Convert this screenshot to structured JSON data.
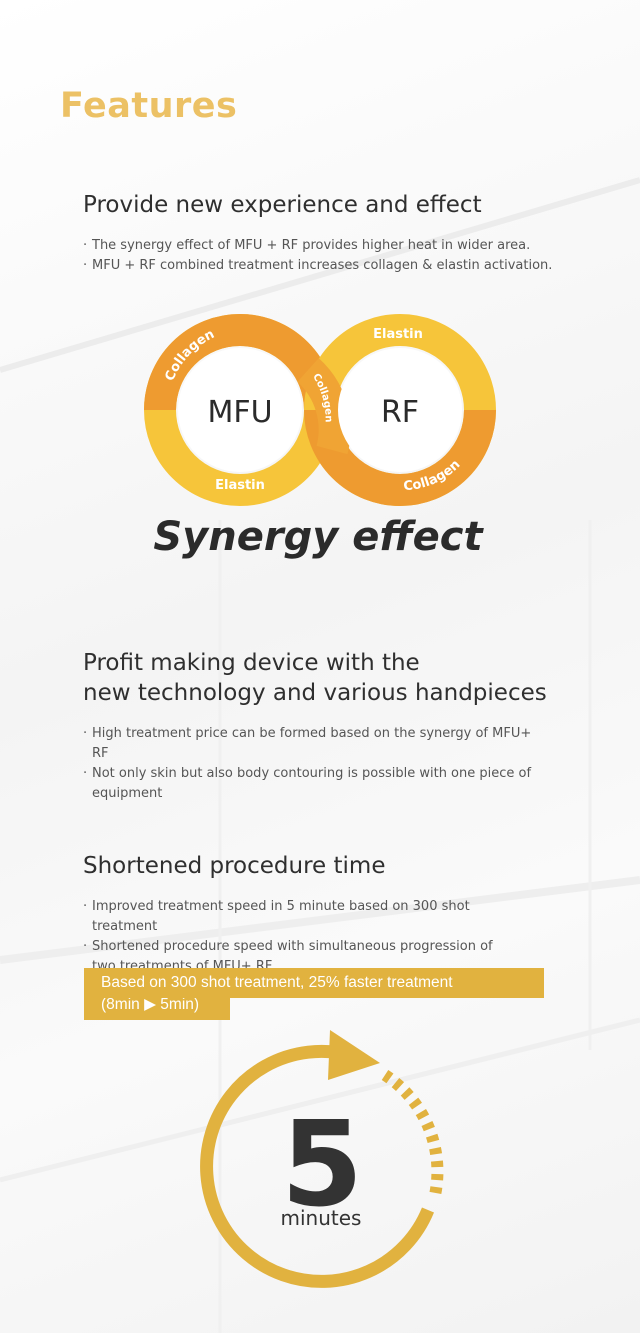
{
  "page_title": "Features",
  "section1": {
    "heading": "Provide new experience and effect",
    "bullets": [
      "The synergy effect of MFU + RF provides higher heat in wider area.",
      "MFU + RF combined treatment increases collagen & elastin activation."
    ]
  },
  "synergy_diagram": {
    "left_label": "MFU",
    "right_label": "RF",
    "ring_words": {
      "left_top": "Collagen",
      "left_bottom": "Elastin",
      "center": "Collagen",
      "right_top": "Elastin",
      "right_bottom": "Collagen"
    },
    "caption": "Synergy effect",
    "colors": {
      "orange": "#ee9b30",
      "yellow": "#f6c53a",
      "text": "#2b2b2b"
    }
  },
  "section2": {
    "heading_line1": "Profit making device with the",
    "heading_line2": "new technology and various handpieces",
    "bullets": [
      "High treatment price can be formed based on the synergy of MFU+ RF",
      "Not only skin but also body contouring is possible with one piece of equipment"
    ]
  },
  "section3": {
    "heading": "Shortened procedure time",
    "bullets": [
      "Improved treatment speed in 5 minute based on 300 shot treatment",
      "Shortened procedure speed with simultaneous progression of two treatments of MFU+ RF"
    ]
  },
  "highlight": {
    "line1": "Based on 300 shot treatment, 25% faster treatment",
    "line2": "(8min ▶ 5min)"
  },
  "timer": {
    "number": "5",
    "unit": "minutes",
    "color": "#e1b23f"
  }
}
